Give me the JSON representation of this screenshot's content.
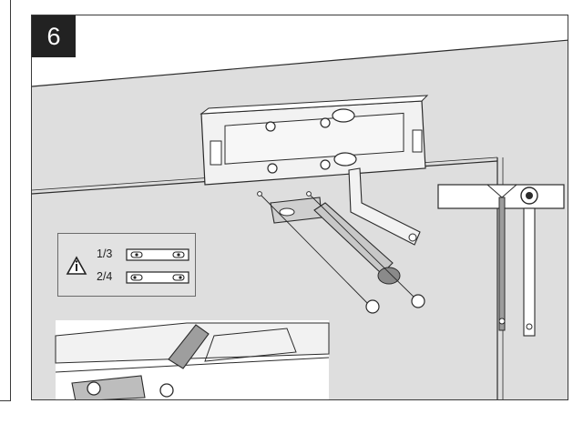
{
  "step": {
    "number": "6"
  },
  "note": {
    "icon": "warning-info-icon",
    "rows": [
      {
        "label": "1/3"
      },
      {
        "label": "2/4"
      }
    ]
  },
  "colors": {
    "wall": "#dedede",
    "line": "#2b2b2b",
    "badge": "#222222",
    "part": "#f2f2f2"
  }
}
